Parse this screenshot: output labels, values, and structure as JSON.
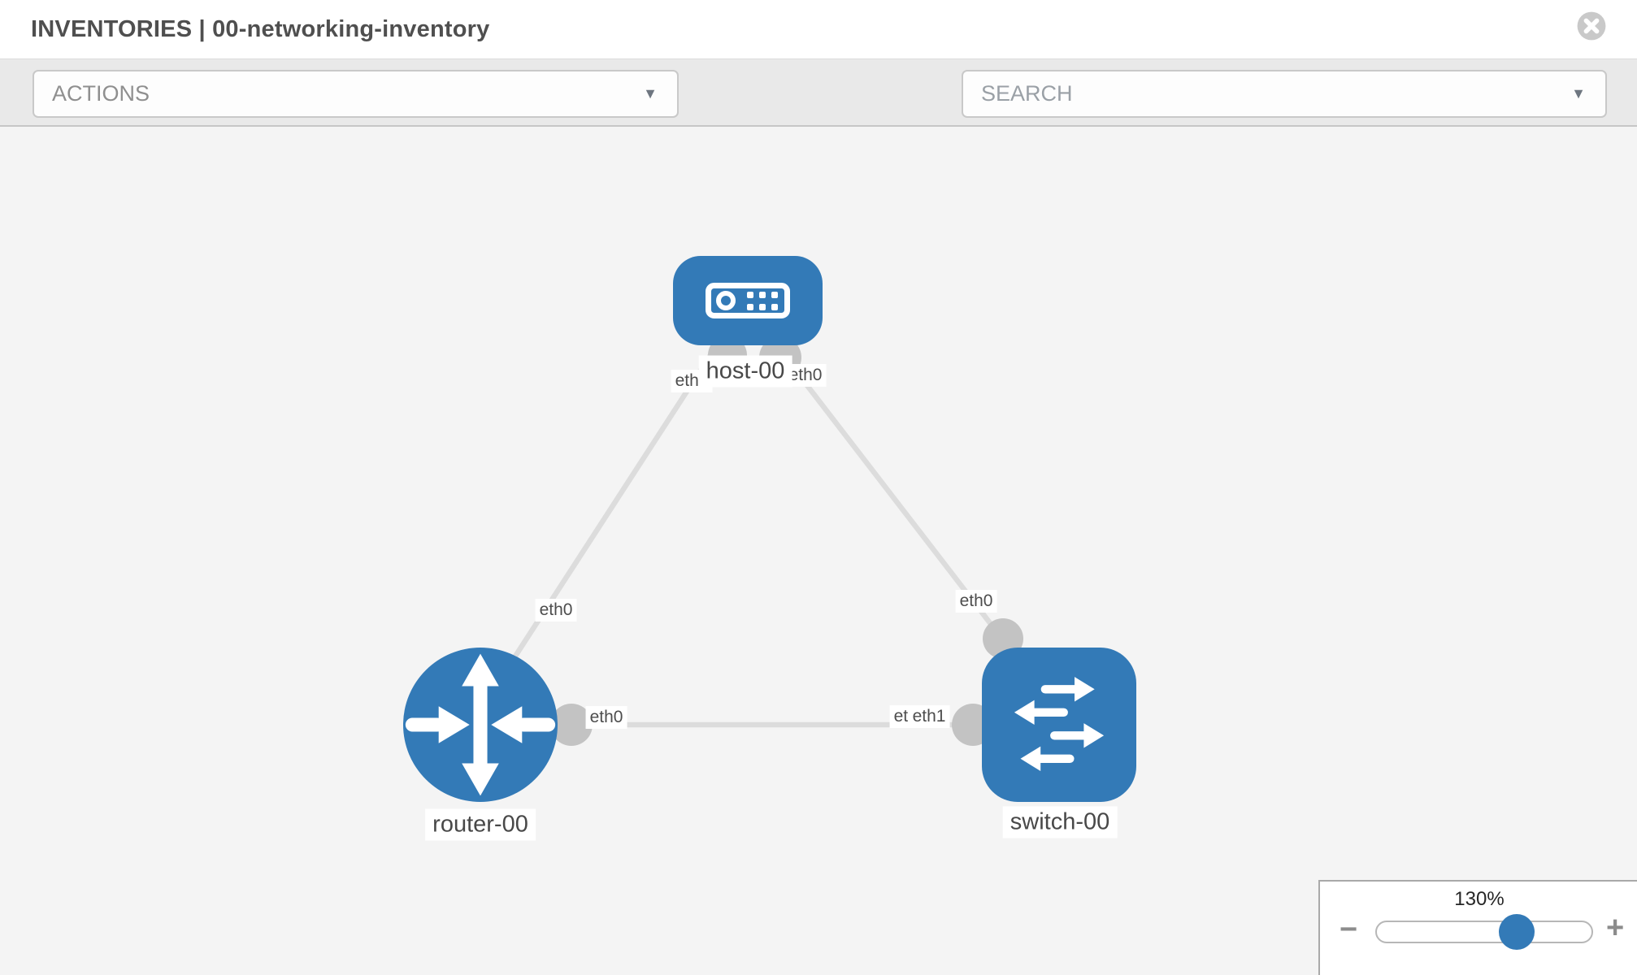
{
  "header": {
    "title": "INVENTORIES | 00-networking-inventory"
  },
  "toolbar": {
    "actions_label": "ACTIONS",
    "search_label": "SEARCH",
    "caret_glyph": "▼"
  },
  "topology": {
    "nodes": [
      {
        "label": "host-00",
        "type": "host"
      },
      {
        "label": "router-00",
        "type": "router"
      },
      {
        "label": "switch-00",
        "type": "switch"
      }
    ],
    "links": [
      {
        "source": "host-00",
        "target": "router-00",
        "source_interface": "eth0",
        "target_interface": "eth0"
      },
      {
        "source": "host-00",
        "target": "switch-00",
        "source_interface": "eth0",
        "target_interface": "eth0"
      },
      {
        "source": "router-00",
        "target": "switch-00",
        "source_interface": "eth0",
        "target_interface": "eth1"
      }
    ],
    "interface_labels": [
      {
        "text": "eth0",
        "position": "host-left"
      },
      {
        "text": "eth0",
        "position": "host-right"
      },
      {
        "text": "eth0",
        "position": "router-top"
      },
      {
        "text": "eth0",
        "position": "router-right"
      },
      {
        "text": "eth1",
        "position": "switch-left-back"
      },
      {
        "text": "eth1",
        "position": "switch-left-front"
      },
      {
        "text": "eth0",
        "position": "switch-top"
      }
    ]
  },
  "zoom": {
    "level": "130%",
    "minus_glyph": "−",
    "plus_glyph": "+",
    "slider_percent": 64
  },
  "icons": {
    "close": "close-icon",
    "wrench": "wrench-icon",
    "key": "key-icon",
    "caret": "caret-down-icon"
  },
  "colors": {
    "node_blue": "#337ab7",
    "port_gray": "#c3c3c3",
    "link_gray": "#dcdcdc",
    "canvas_bg": "#f4f4f4",
    "toolbar_bg": "#e9e9e9"
  }
}
